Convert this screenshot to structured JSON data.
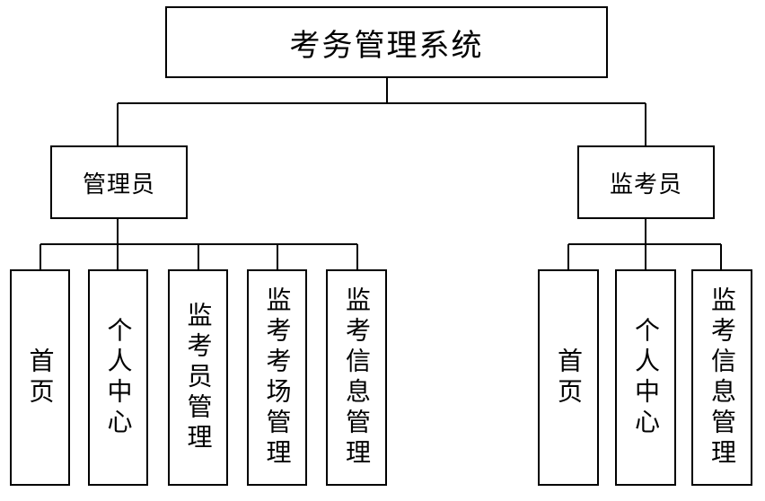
{
  "root": {
    "label": "考务管理系统"
  },
  "admin": {
    "label": "管理员",
    "children": [
      "首页",
      "个人中心",
      "监考员管理",
      "监考考场管理",
      "监考信息管理"
    ]
  },
  "proctor": {
    "label": "监考员",
    "children": [
      "首页",
      "个人中心",
      "监考信息管理"
    ]
  },
  "colors": {
    "line": "#000000",
    "border": "#000000",
    "background": "#ffffff"
  }
}
